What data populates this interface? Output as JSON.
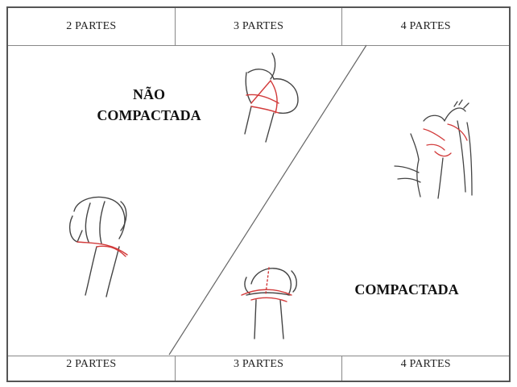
{
  "header": {
    "col1": "2 PARTES",
    "col2": "3 PARTES",
    "col3": "4 PARTES"
  },
  "footer": {
    "col1": "2 PARTES",
    "col2": "3 PARTES",
    "col3": "4 PARTES"
  },
  "labels": {
    "non_impacted": "NÃO COMPACTADA",
    "impacted": "COMPACTADA"
  },
  "colors": {
    "fracture_line": "#d23a3a",
    "bone_outline": "#444444",
    "grid_line": "#888888"
  }
}
